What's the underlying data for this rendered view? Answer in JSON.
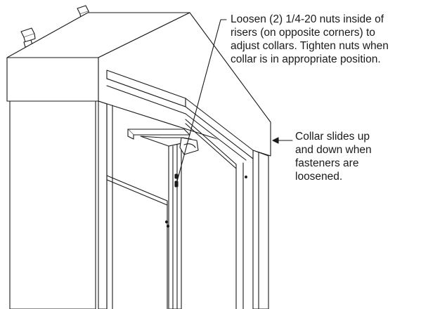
{
  "callouts": {
    "nuts": {
      "lines": [
        "Loosen (2) 1/4-20 nuts inside of",
        "risers (on opposite corners) to",
        "adjust collars. Tighten nuts when",
        "collar is in appropriate position."
      ]
    },
    "collar": {
      "lines": [
        "Collar slides up",
        "and down when",
        "fasteners are",
        "loosened."
      ]
    }
  },
  "colors": {
    "line": "#1a1a1a",
    "fill": "#ffffff"
  }
}
